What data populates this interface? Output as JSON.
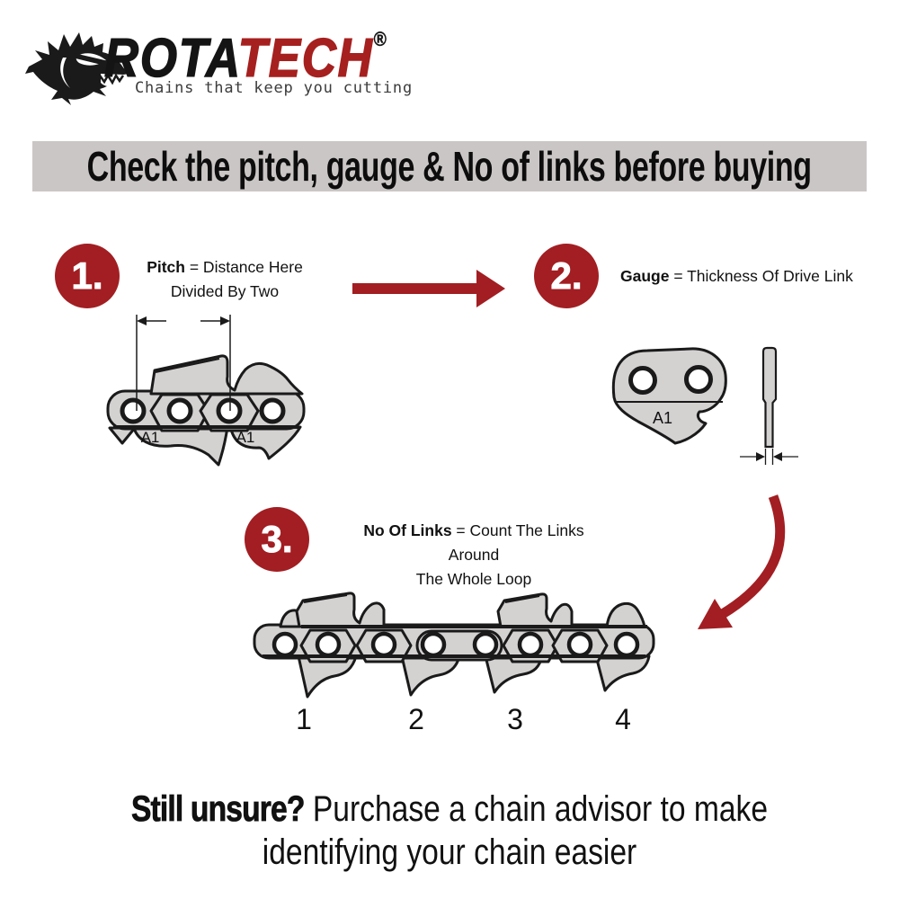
{
  "logo": {
    "brand_black": "ROTA",
    "brand_red": "TECH",
    "registered_mark": "®",
    "tagline": "Chains that keep you cutting"
  },
  "banner": {
    "text": "Check the pitch, gauge & No of links before buying"
  },
  "steps": [
    {
      "number": "1.",
      "term": "Pitch",
      "rest": " = Distance Here",
      "line2": "Divided By Two"
    },
    {
      "number": "2.",
      "term": "Gauge",
      "rest": " = Thickness Of Drive Link"
    },
    {
      "number": "3.",
      "term": "No Of Links",
      "rest": " = Count The Links Around",
      "line2": "The Whole Loop"
    }
  ],
  "illustrations": {
    "pitch_chain": {
      "link_labels": [
        "A1",
        "A1"
      ]
    },
    "gauge_link": {
      "label": "A1"
    },
    "count_chain": {
      "numbers": [
        "1",
        "2",
        "3",
        "4"
      ]
    }
  },
  "footer": {
    "bold": "Still unsure?",
    "rest": " Purchase a chain advisor to make",
    "line2": "identifying your chain easier"
  },
  "colors": {
    "accent_red": "#A21E22",
    "brand_red": "#A5201F",
    "banner_bg": "#CBC6C6",
    "chain_fill": "#D4D1D1",
    "outline_black": "#1A1A1A",
    "tagline_gray": "#3C3C3C"
  },
  "icons": {
    "logo_mark": "piranha-icon",
    "arrow_right": "right-arrow-icon",
    "arrow_curved": "curved-arrow-icon"
  }
}
